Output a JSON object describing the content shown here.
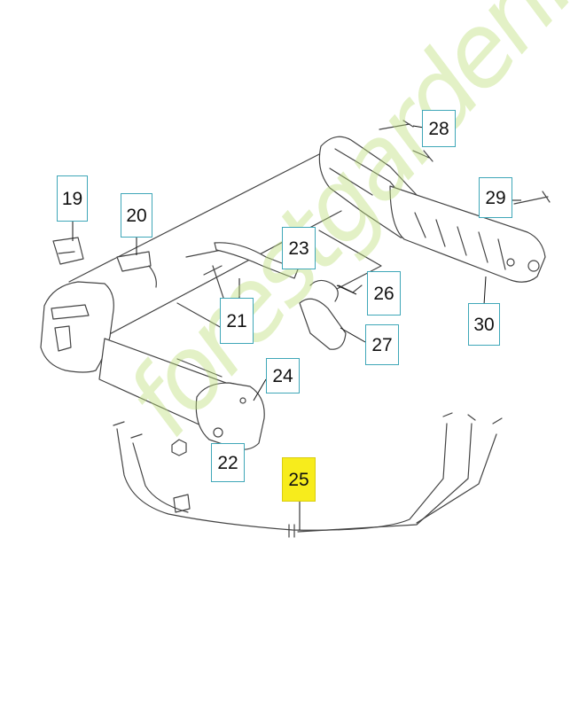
{
  "callouts": {
    "c19": "19",
    "c20": "20",
    "c21": "21",
    "c22": "22",
    "c23": "23",
    "c24": "24",
    "c25": "25",
    "c26": "26",
    "c27": "27",
    "c28": "28",
    "c29": "29",
    "c30": "30"
  },
  "highlighted_part": "25",
  "watermark": "forestgarden.com",
  "colors": {
    "callout_border": "#3fa7b8",
    "highlight": "#f7ec1c",
    "watermark": "#bde07a",
    "line_art": "#444444"
  }
}
